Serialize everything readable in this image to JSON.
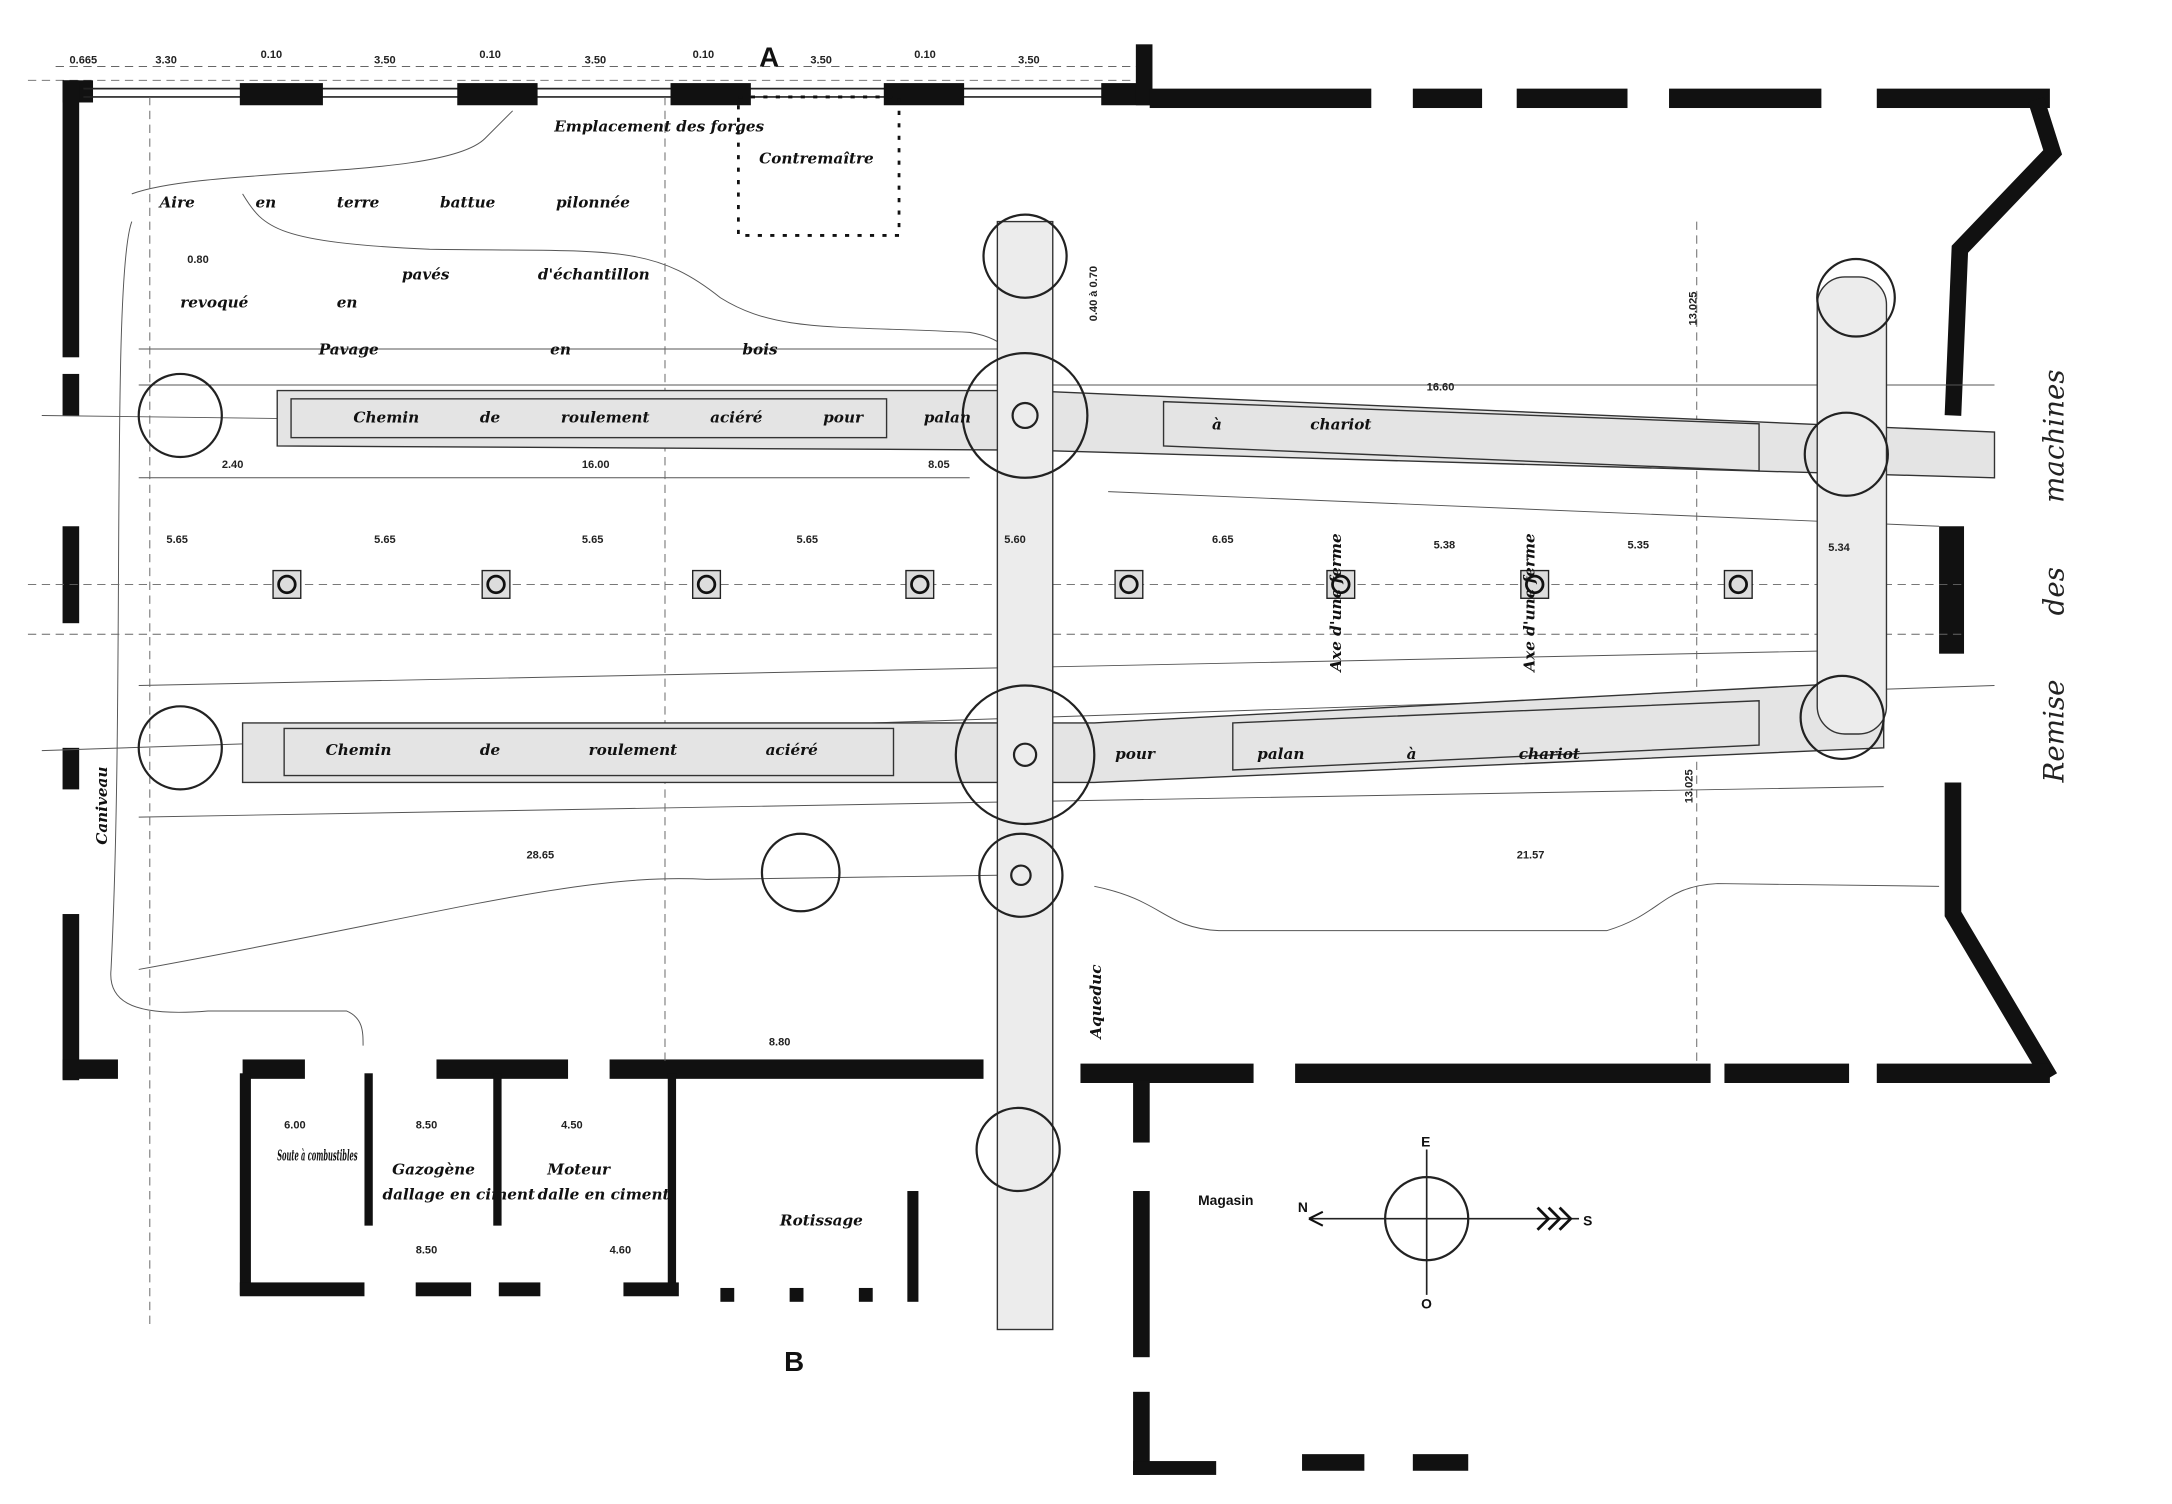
{
  "plan": {
    "section_marks": {
      "top": "A",
      "bottom": "B"
    },
    "rooms": {
      "foreman": "Contremaître",
      "engine_shed": "Remise des machines",
      "store": "Magasin",
      "bunker": "Soute à combustibles",
      "gas_producer": "Gazogène",
      "gas_producer_note": "dallage en ciment",
      "engine": "Moteur",
      "engine_note": "dalle en ciment",
      "grinding": "Rotissage"
    },
    "floor_labels": {
      "earth": "Aire en terre battue pilonnée",
      "sample_paving": "pavés d'échantillon",
      "paving_1": "revoqué en",
      "wood_paving": "Pavage en bois",
      "rail_track_upper_left": "Chemin de roulement aciéré pour palan",
      "rail_track_upper_right": "à chariot",
      "rail_track_lower_left": "Chemin de roulement aciéré",
      "rail_track_lower_right": "pour palan à chariot",
      "forges": "Emplacement des forges",
      "aqueduct": "Aqueduc",
      "drain": "Caniveau",
      "truss_axis": "Axe d'une ferme",
      "track_gauge": "0.40 à 0.70"
    },
    "dimensions": {
      "top": [
        "0.665",
        "3.30",
        "0.10",
        "3.50",
        "0.10",
        "3.50",
        "0.10",
        "3.50",
        "0.10",
        "3.50"
      ],
      "bay_spacing": [
        "5.65",
        "5.65",
        "5.65",
        "5.65",
        "5.60",
        "6.65",
        "5.38",
        "5.35",
        "5.34"
      ],
      "long_left": "28.65",
      "long_right": "21.57",
      "rail_length": "16.00",
      "rail_length_right": "16.60",
      "width_right_top": "13.025",
      "width_right_bottom": "13.025",
      "misc": [
        "2.40",
        "8.05",
        "0.80",
        "8.80",
        "6.00",
        "4.50",
        "4.60",
        "8.50",
        "8.50"
      ]
    },
    "compass": {
      "north": "N",
      "south": "S",
      "east": "E",
      "west": "O"
    }
  }
}
